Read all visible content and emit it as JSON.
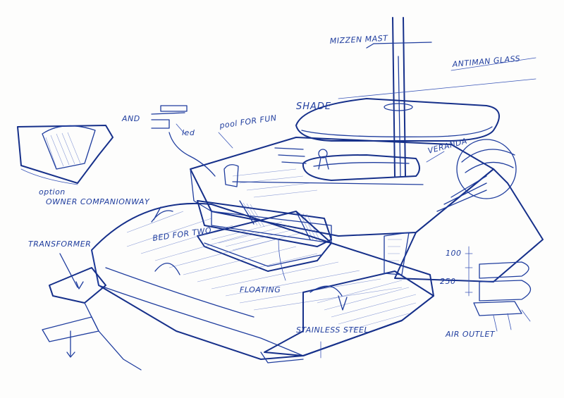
{
  "labels": {
    "mizzen_mast": "MIZZEN MAST",
    "antiman_glass": "ANTIMAN GLASS",
    "shade": "SHADE",
    "and": "AND",
    "led": "led",
    "pool_for_fun": "pool FOR FUN",
    "veranda": "VERANDA",
    "option_line1": "option",
    "option_line2": "OWNER COMPANIONWAY",
    "transformer": "TRANSFORMER",
    "bed_for_two": "BED FOR TWO",
    "floating": "FLOATING",
    "stainless_steel": "STAINLESS STEEL",
    "dim_100": "100",
    "dim_250": "250",
    "air_outlet": "AIR OUTLET"
  },
  "colors": {
    "ink": "#1f3d9e",
    "paper": "#fdfdfc"
  }
}
